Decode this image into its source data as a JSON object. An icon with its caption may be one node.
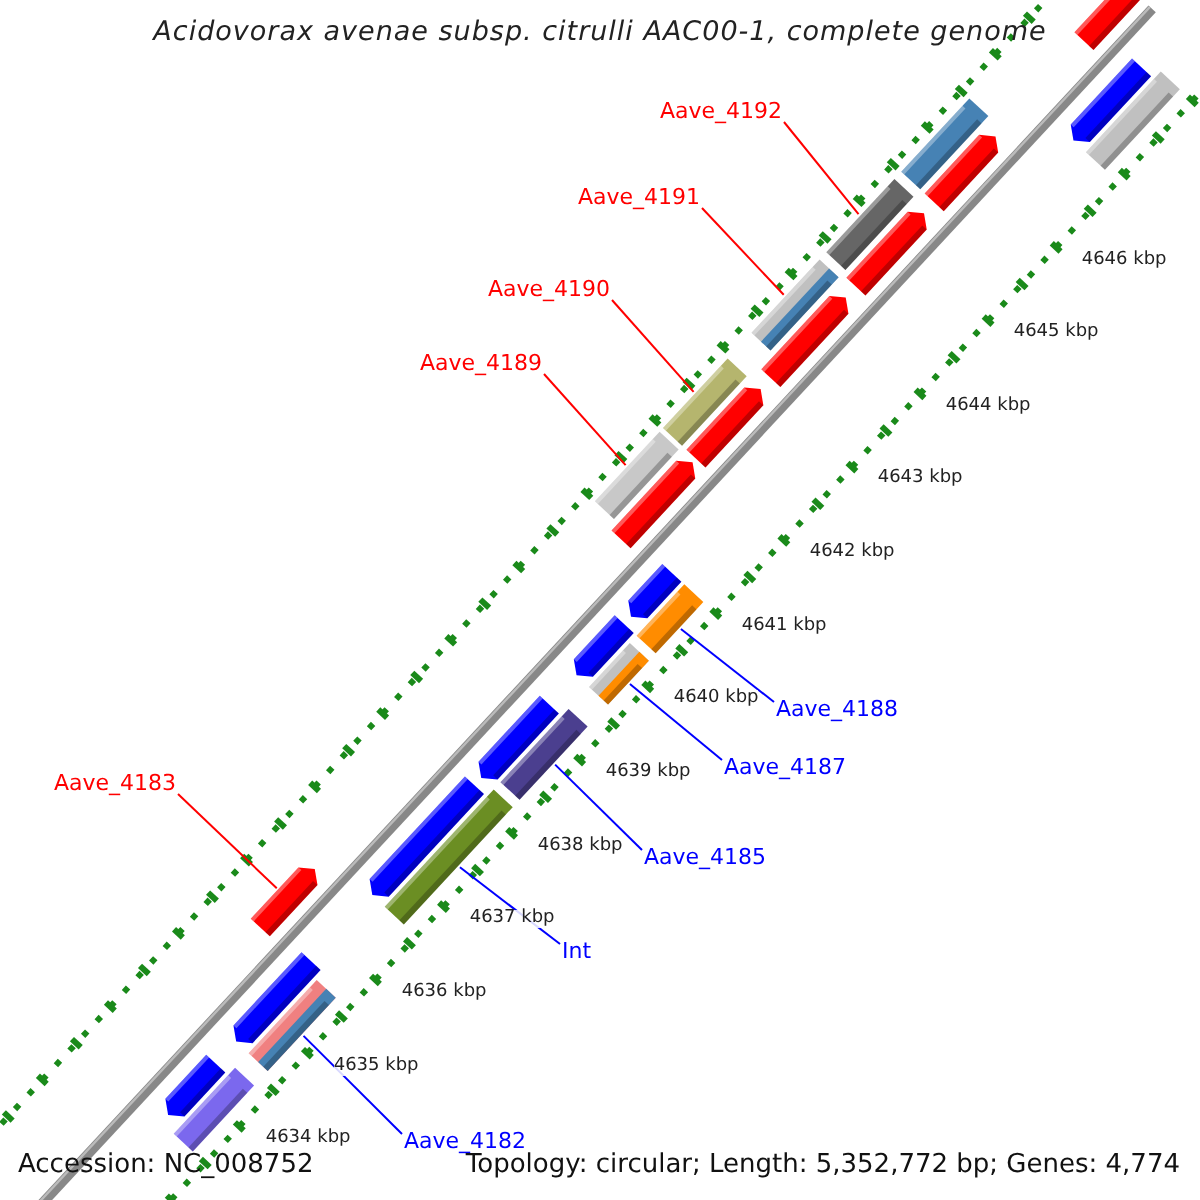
{
  "diagram": {
    "title": "Acidovorax avenae subsp. citrulli AAC00-1, complete genome",
    "nodes": [
      {
        "text": [
          "Aave_4192"
        ]
      },
      {
        "text": [
          "Aave_4191"
        ]
      },
      {
        "text": [
          "Aave_4190"
        ]
      },
      {
        "text": [
          "Aave_4189"
        ]
      },
      {
        "text": [
          "Aave_4188"
        ]
      },
      {
        "text": [
          "Aave_4187"
        ]
      },
      {
        "text": [
          "Aave_4183"
        ]
      },
      {
        "text": [
          "Aave_4185"
        ]
      },
      {
        "text": [
          "Int"
        ]
      },
      {
        "text": [
          "Aave_4182"
        ]
      },
      {
        "text": [],
        "shape": "bar"
      },
      {
        "text": [],
        "shape": "bar"
      },
      {
        "text": [],
        "shape": "bar"
      },
      {
        "text": [],
        "shape": "bar"
      },
      {
        "text": [],
        "shape": "bar"
      },
      {
        "text": [],
        "shape": "bar"
      },
      {
        "text": [],
        "shape": "arrow"
      },
      {
        "text": [],
        "shape": "bar"
      },
      {
        "text": [],
        "shape": "bar"
      },
      {
        "text": [],
        "shape": "bar"
      },
      {
        "text": [],
        "shape": "arrow"
      },
      {
        "text": [],
        "shape": "arrow"
      },
      {
        "text": [],
        "shape": "bar"
      },
      {
        "text": [],
        "shape": "arrow"
      },
      {
        "text": [],
        "shape": "bar"
      },
      {
        "text": [],
        "shape": "arrow"
      },
      {
        "text": [],
        "shape": "arrow"
      },
      {
        "text": [],
        "shape": "arrow"
      },
      {
        "text": [],
        "shape": "arrow"
      },
      {
        "text": [],
        "shape": "arrow"
      },
      {
        "text": [],
        "shape": "arrow"
      },
      {
        "text": [],
        "shape": "arrow"
      },
      {
        "text": [],
        "shape": "arrow"
      },
      {
        "text": [],
        "shape": "arrow"
      },
      {
        "text": [],
        "shape": "arrow"
      },
      {
        "text": [],
        "shape": "bar"
      }
    ],
    "edges": [
      {
        "from": 0,
        "to": 10,
        "arrow": "none"
      },
      {
        "from": 1,
        "to": 11,
        "arrow": "none"
      },
      {
        "from": 2,
        "to": 12,
        "arrow": "none"
      },
      {
        "from": 3,
        "to": 13,
        "arrow": "none"
      },
      {
        "from": 4,
        "to": 14,
        "arrow": "none",
        "color": "#0000ff"
      },
      {
        "from": 5,
        "to": 15,
        "arrow": "none",
        "color": "#0000ff"
      },
      {
        "from": 6,
        "to": 16,
        "arrow": "none"
      },
      {
        "from": 7,
        "to": 17,
        "arrow": "none",
        "color": "#0000ff"
      },
      {
        "from": 8,
        "to": 18,
        "arrow": "none",
        "color": "#0000ff"
      },
      {
        "from": 9,
        "to": 19,
        "arrow": "none",
        "color": "#0000ff"
      }
    ],
    "labels": [
      "4646 kbp",
      "4645 kbp",
      "4644 kbp",
      "4643 kbp",
      "4642 kbp",
      "4641 kbp",
      "4640 kbp",
      "4639 kbp",
      "4638 kbp",
      "4637 kbp",
      "4636 kbp",
      "4635 kbp",
      "4634 kbp",
      "Accession: NC_008752",
      "Topology: circular; Length: 5,352,772 bp; Genes: 4,774"
    ]
  }
}
